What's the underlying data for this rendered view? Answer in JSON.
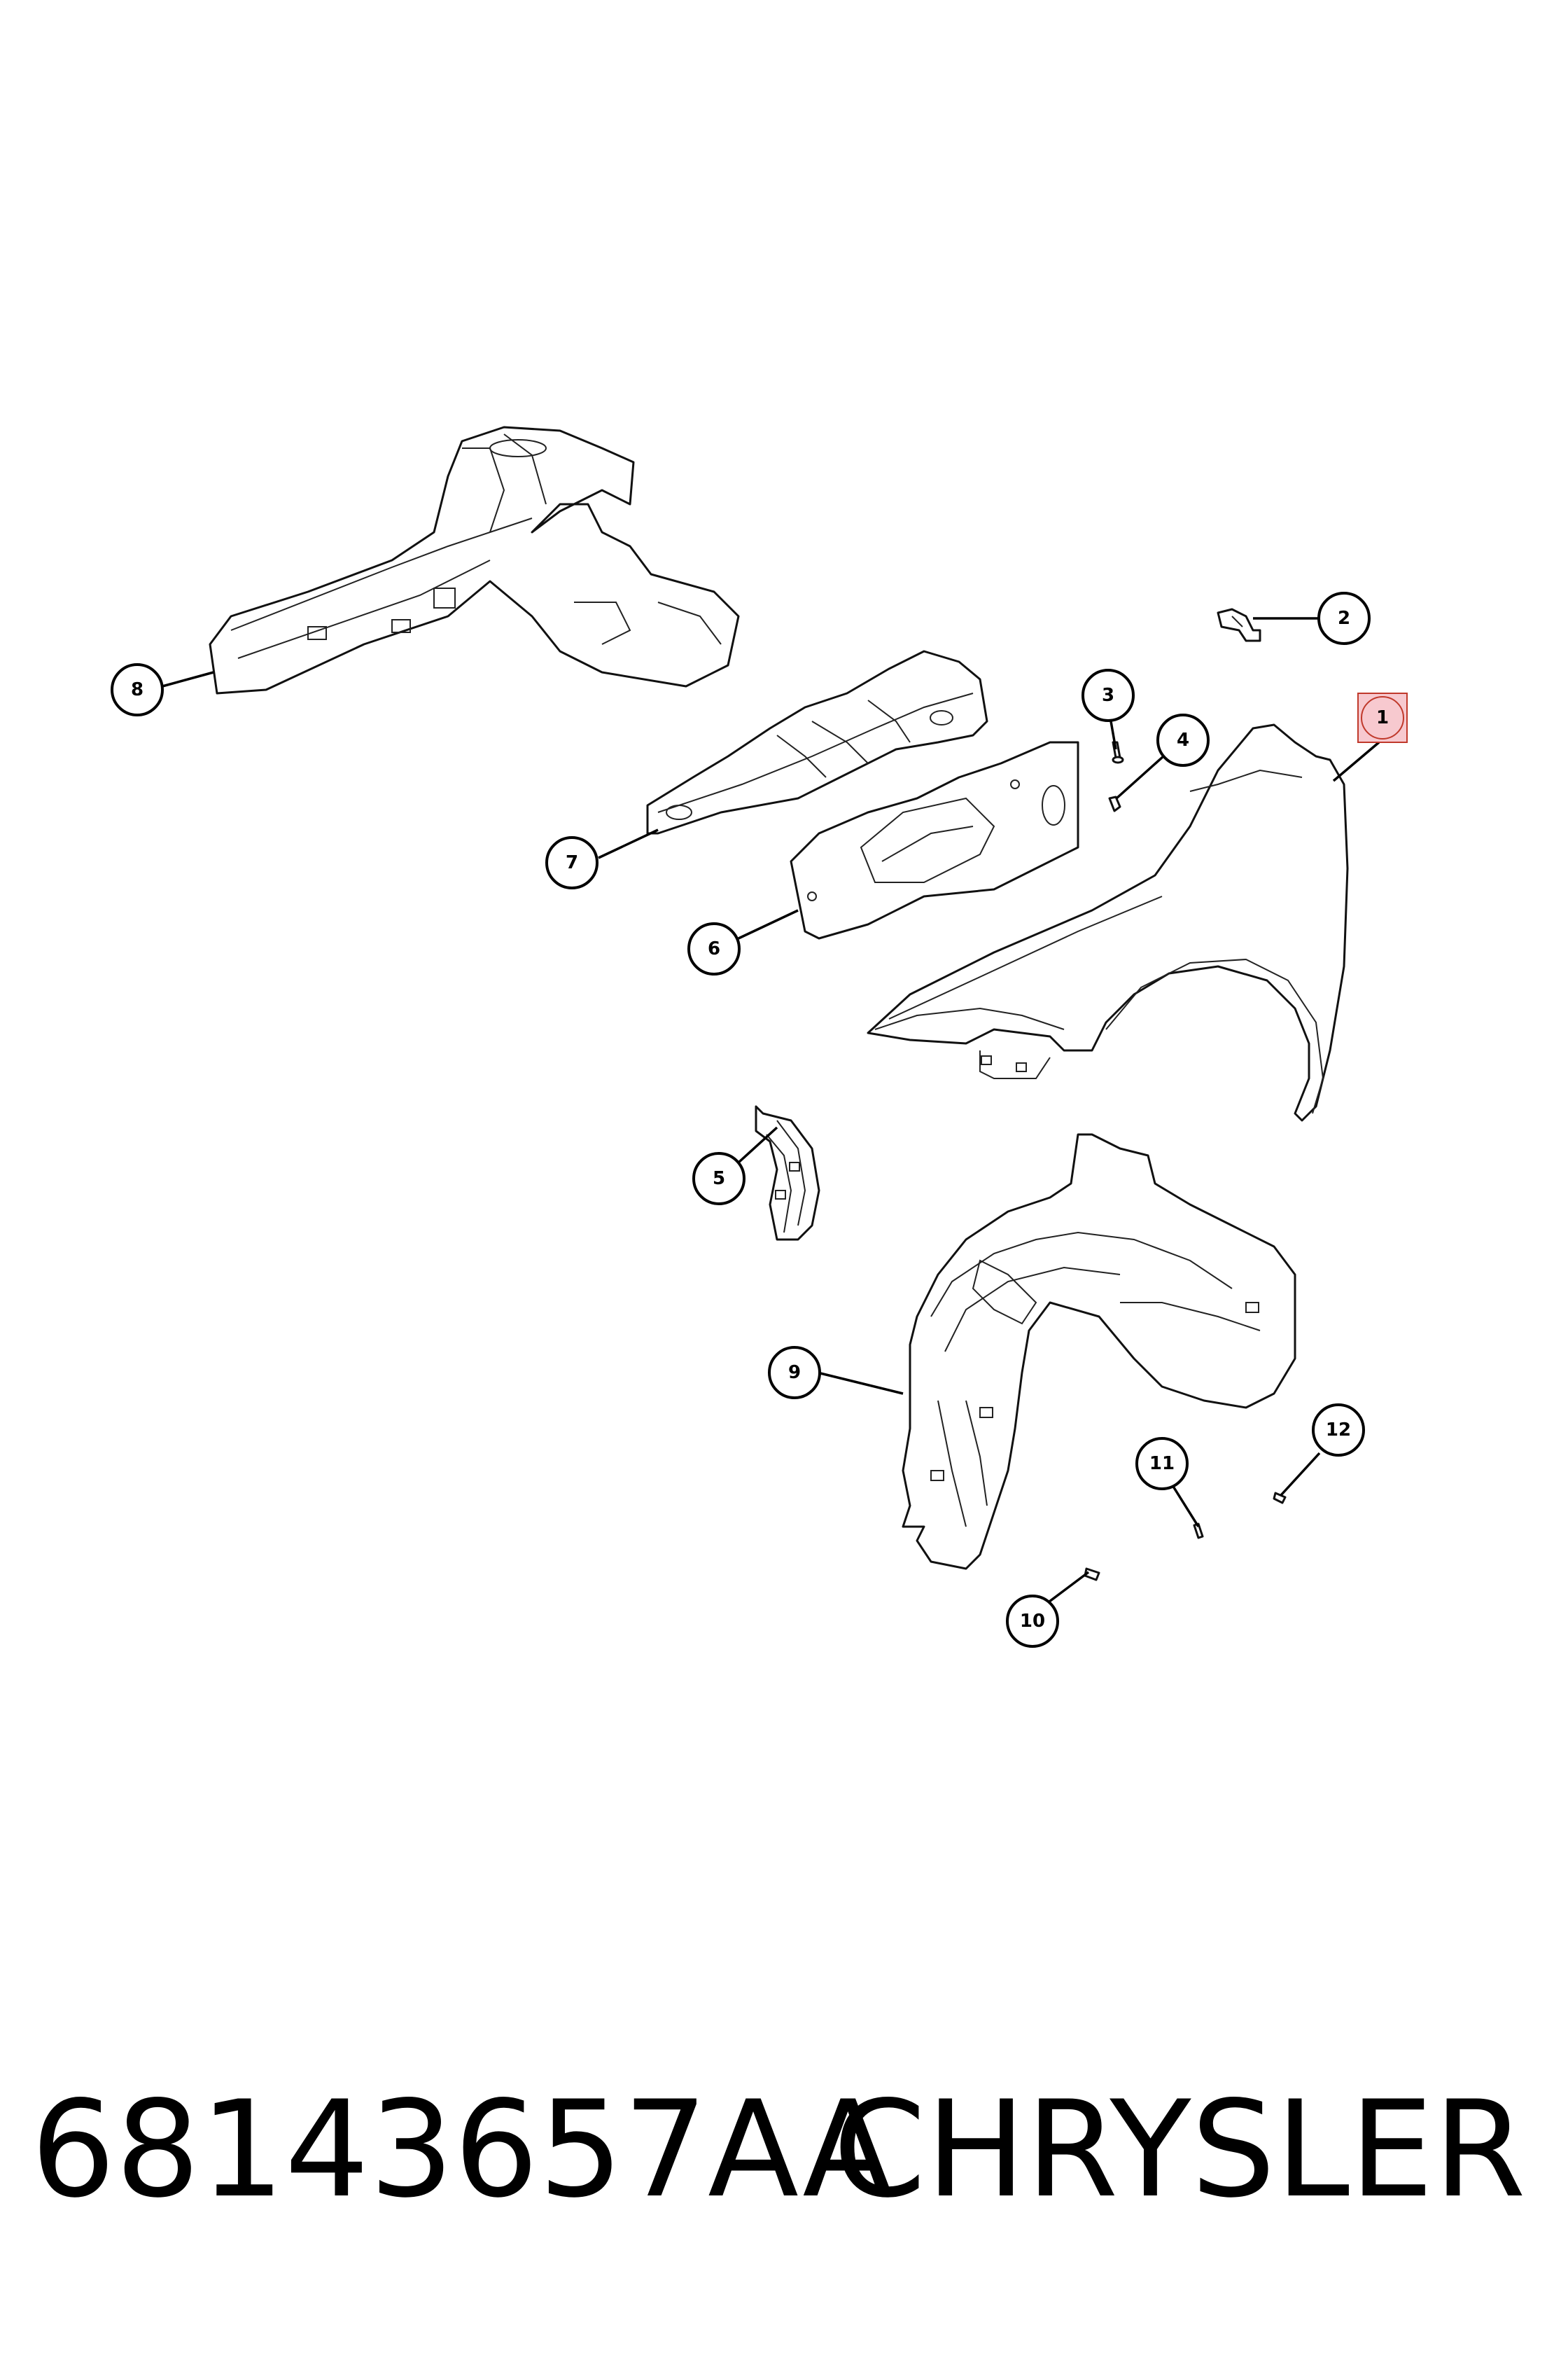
{
  "callouts": [
    "1",
    "2",
    "3",
    "4",
    "5",
    "6",
    "7",
    "8",
    "9",
    "10",
    "11",
    "12"
  ],
  "highlighted_callout": "1",
  "highlight_color": "#f7c9cf",
  "footer": {
    "part_number": "68143657AA",
    "brand": "CHRYSLER"
  }
}
